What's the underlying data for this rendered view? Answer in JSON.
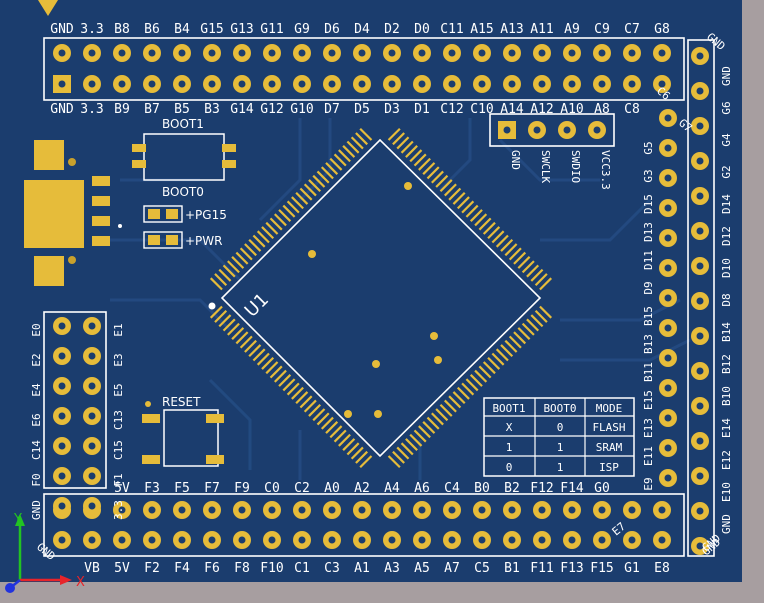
{
  "colors": {
    "background": "#a79ea0",
    "board": "#1b3d6e",
    "trace": "#244b82",
    "pad": "#e6bc3a",
    "silkscreen": "#ffffff",
    "axis_x": "#e8242a",
    "axis_y": "#22c322",
    "axis_z": "#2233dd"
  },
  "top_header": {
    "row_top_labels": [
      "GND",
      "3.3",
      "B8",
      "B6",
      "B4",
      "G15",
      "G13",
      "G11",
      "G9",
      "D6",
      "D4",
      "D2",
      "D0",
      "C11",
      "A15",
      "A13",
      "A11",
      "A9",
      "C9",
      "C7",
      "G8"
    ],
    "row_bottom_labels": [
      "GND",
      "3.3",
      "B9",
      "B7",
      "B5",
      "B3",
      "G14",
      "G12",
      "G10",
      "D7",
      "D5",
      "D3",
      "D1",
      "C12",
      "C10",
      "A14",
      "A12",
      "A10",
      "A8",
      "C8"
    ]
  },
  "right_header": {
    "corner_label_top": "GND",
    "outer_labels": [
      "GND",
      "G6",
      "G4",
      "G2",
      "D14",
      "D12",
      "D10",
      "D8",
      "B14",
      "B12",
      "B10",
      "E14",
      "E12",
      "E10",
      "GND"
    ],
    "inner_labels": [
      "G5",
      "G3",
      "D15",
      "D13",
      "D11",
      "D9",
      "B15",
      "B13",
      "B11",
      "E15",
      "E13",
      "E11",
      "E9"
    ],
    "corner_label_bottom": "GND",
    "inner_top_labels": [
      "C6",
      "G7"
    ],
    "inner_bottom_label": "E7"
  },
  "left_header": {
    "outer_labels": [
      "E0",
      "E2",
      "E4",
      "E6",
      "C14",
      "F0",
      "GND"
    ],
    "inner_labels": [
      "E1",
      "E3",
      "E5",
      "C13",
      "C15",
      "F1",
      "3.3"
    ]
  },
  "bottom_header": {
    "row_top_labels": [
      "5V",
      "F3",
      "F5",
      "F7",
      "F9",
      "C0",
      "C2",
      "A0",
      "A2",
      "A4",
      "A6",
      "C4",
      "B0",
      "B2",
      "F12",
      "F14",
      "G0"
    ],
    "row_bottom_labels": [
      "VB",
      "5V",
      "F2",
      "F4",
      "F6",
      "F8",
      "F10",
      "C1",
      "C3",
      "A1",
      "A3",
      "A5",
      "A7",
      "C5",
      "B1",
      "F11",
      "F13",
      "F15",
      "G1",
      "E8"
    ],
    "corner_label_left": "GND",
    "corner_label_right": "GND"
  },
  "swd_header": {
    "labels": [
      "GND",
      "SWCLK",
      "SWDIO",
      "VCC3.3"
    ]
  },
  "components": {
    "boot1_label": "BOOT1",
    "boot0_label": "BOOT0",
    "led1_label": "+PG15",
    "led2_label": "+PWR",
    "mcu_label": "U1",
    "reset_label": "RESET"
  },
  "boot_table": {
    "headers": [
      "BOOT1",
      "BOOT0",
      "MODE"
    ],
    "rows": [
      [
        "X",
        "0",
        "FLASH"
      ],
      [
        "1",
        "1",
        "SRAM"
      ],
      [
        "0",
        "1",
        "ISP"
      ]
    ]
  },
  "axes": {
    "x_label": "X",
    "y_label": "Y"
  }
}
